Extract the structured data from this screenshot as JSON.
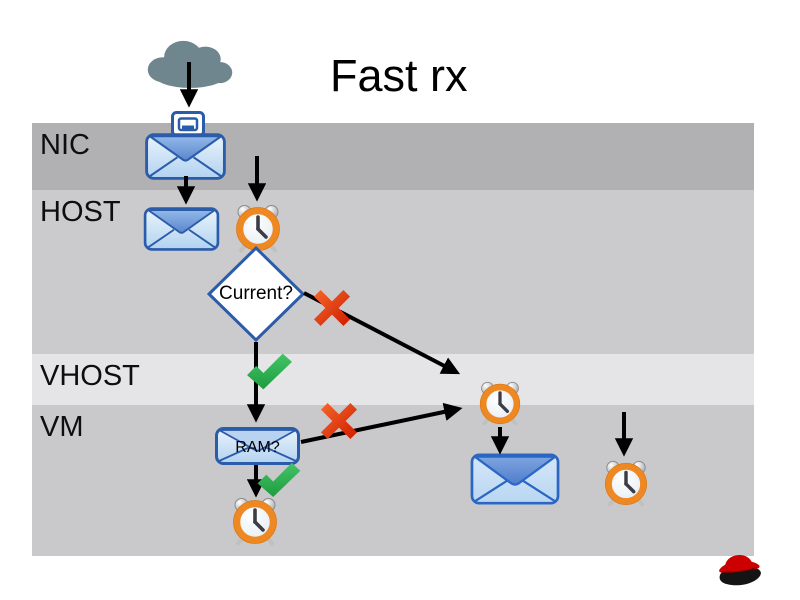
{
  "title": "Fast rx",
  "lanes": [
    {
      "label": "NIC"
    },
    {
      "label": "HOST"
    },
    {
      "label": "VHOST"
    },
    {
      "label": "VM"
    }
  ],
  "nodes": {
    "current_decision": "Current?",
    "ram_decision": "RAM?"
  },
  "icons": {
    "cloud": "cloud-icon",
    "nic_port": "nic-port-icon",
    "packet": "envelope-icon",
    "timer": "alarm-clock-icon",
    "yes": "check-icon",
    "no": "cross-icon",
    "logo": "redhat-logo"
  },
  "colors": {
    "lane_nic": "#b1b1b3",
    "lane_host": "#cbcbcd",
    "lane_vhost": "#e5e5e7",
    "lane_vm": "#c9c9cb",
    "accent_blue": "#2a5caa",
    "clock_orange": "#ee8822",
    "check_green": "#2dab4d",
    "cross_red": "#e03a10",
    "cloud_gray": "#6f868e",
    "redhat_red": "#cc0000"
  }
}
